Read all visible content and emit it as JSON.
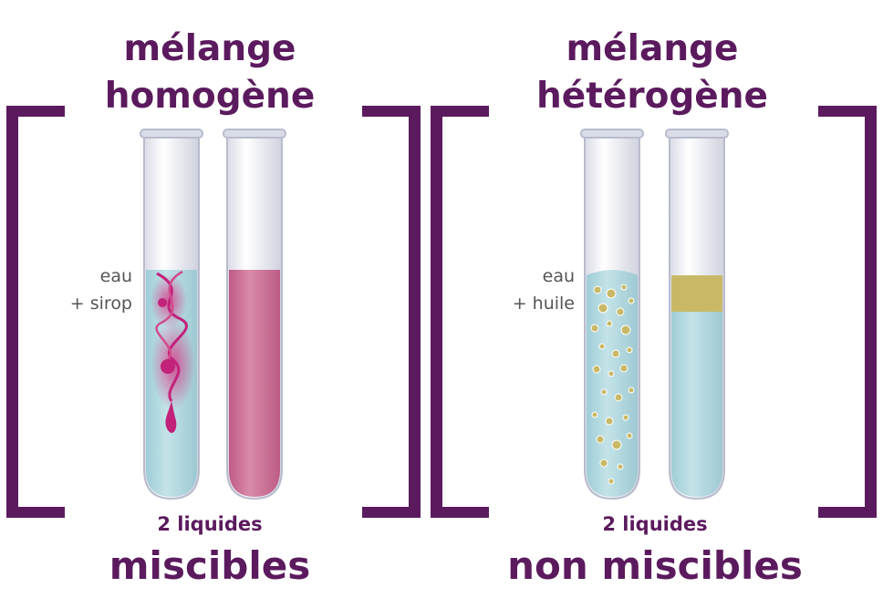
{
  "left": {
    "title_line1": "mélange",
    "title_line2": "homogène",
    "label_line1": "eau",
    "label_line2": "+ sirop",
    "caption_small": "2 liquides",
    "caption_big": "miscibles"
  },
  "right": {
    "title_line1": "mélange",
    "title_line2": "hétérogène",
    "label_line1": "eau",
    "label_line2": "+ huile",
    "caption_small": "2 liquides",
    "caption_big": "non miscibles"
  },
  "colors": {
    "brand_purple": "#5b1a5e",
    "syrup_pink": "#c95f8c",
    "water_blue": "#a8d3db",
    "oil_yellow": "#c9b967"
  }
}
